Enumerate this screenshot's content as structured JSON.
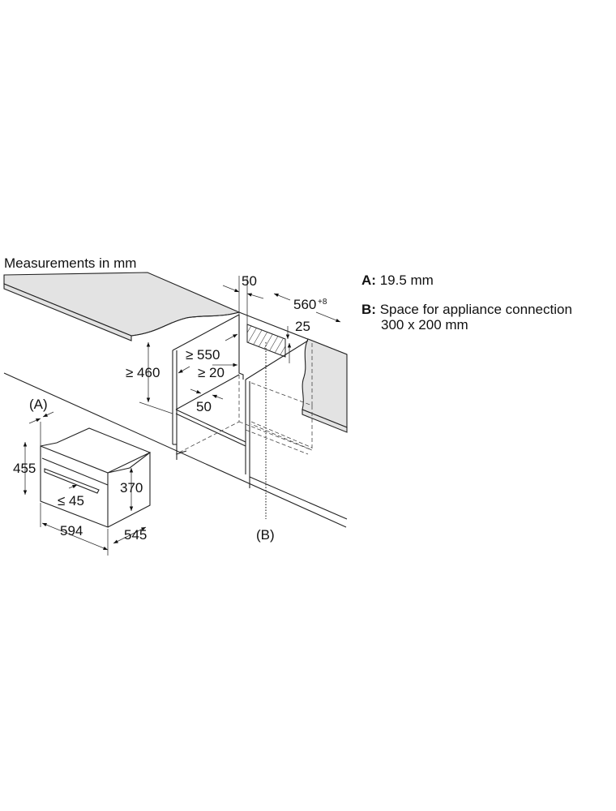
{
  "title": "Measurements in mm",
  "dimensions": {
    "worktop_height": "≥ 460",
    "top_gap": "50",
    "niche_width": "560",
    "niche_width_tolerance": "+8",
    "vent_height": "25",
    "niche_depth": "≥ 550",
    "back_gap": "≥ 20",
    "shelf_gap": "50",
    "label_a": "(A)",
    "label_b": "(B)",
    "appliance_height": "455",
    "door_height": "370",
    "handle_offset": "≤ 45",
    "appliance_width": "594",
    "appliance_depth": "545"
  },
  "legend": [
    {
      "key": "A:",
      "text": "19.5 mm"
    },
    {
      "key": "B:",
      "text": "Space for appliance connection",
      "text2": "300 x 200 mm"
    }
  ],
  "colors": {
    "worktop": "#e3e3e3",
    "line": "#222222"
  }
}
